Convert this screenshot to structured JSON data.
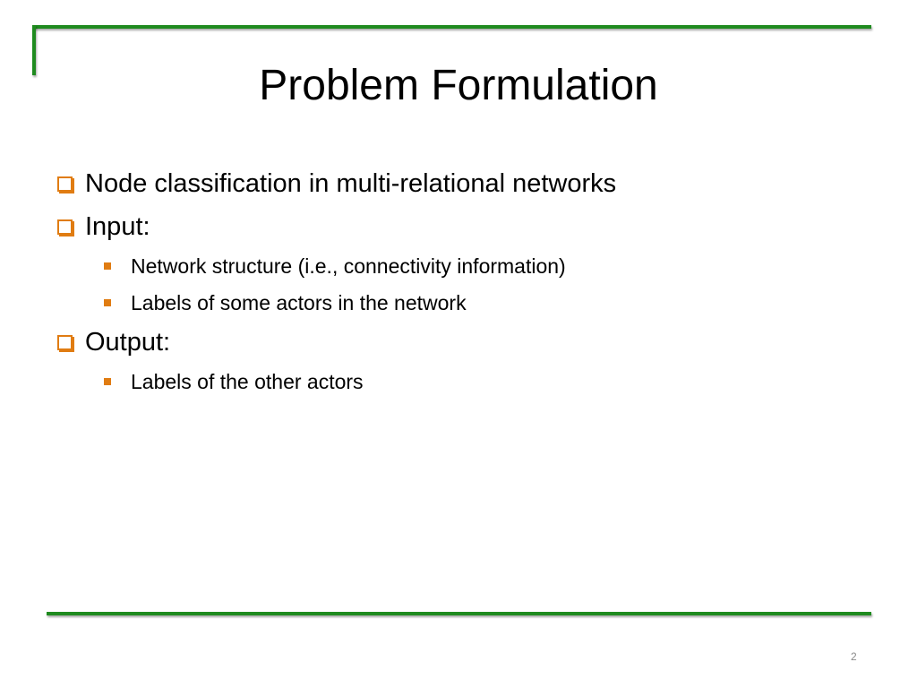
{
  "slide": {
    "title": "Problem Formulation",
    "page_number": "2",
    "accent_color": "#1f8b1f",
    "bullet_color": "#e07c12"
  },
  "bullets": [
    {
      "text": "Node classification in multi-relational networks",
      "children": []
    },
    {
      "text": "Input:",
      "children": [
        "Network structure (i.e., connectivity information)",
        "Labels of some actors in the network"
      ]
    },
    {
      "text": "Output:",
      "children": [
        "Labels of the other actors"
      ]
    }
  ]
}
